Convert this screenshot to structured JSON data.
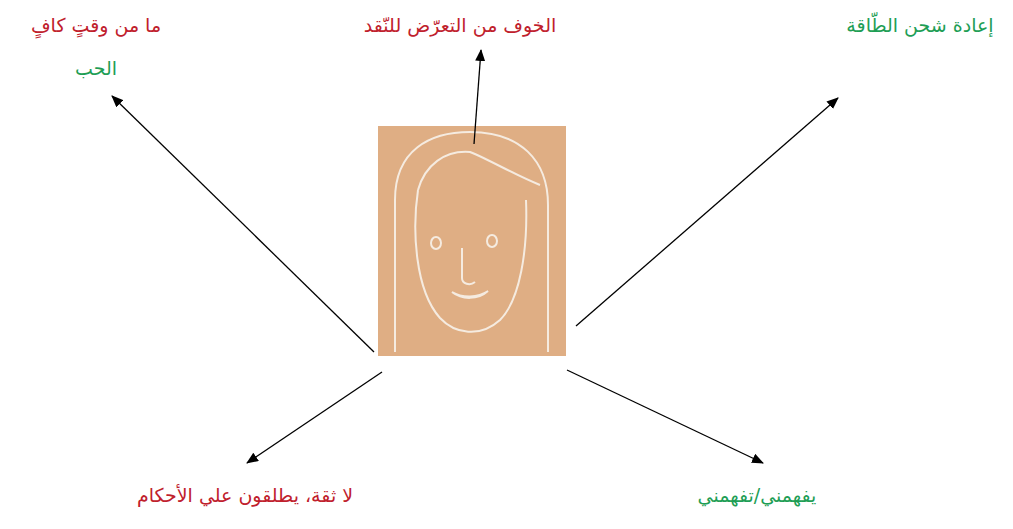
{
  "diagram": {
    "labels": [
      "ما من وقتٍ كافٍ",
      "الخوف من التعرّض للنّقد",
      "إعادة شحن الطّاقة",
      "الحب",
      "لا ثقة، يطلقون علي الأحكام",
      "يفهمني/تفهمني"
    ]
  }
}
